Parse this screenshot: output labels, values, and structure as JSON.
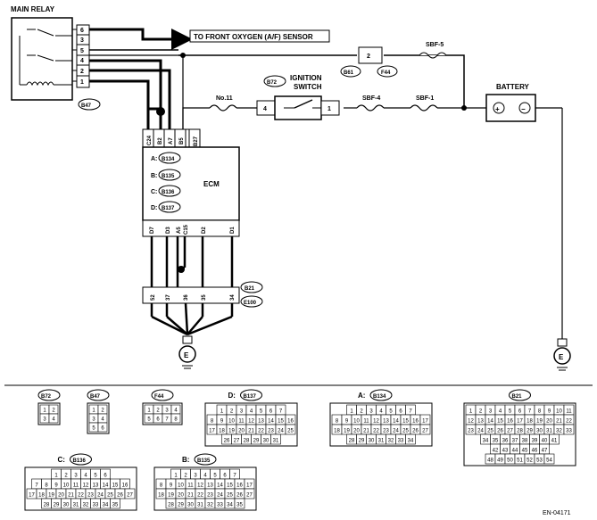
{
  "main_relay": {
    "title": "MAIN RELAY",
    "connector": "B47",
    "pins": [
      "6",
      "3",
      "5",
      "4",
      "2",
      "1"
    ]
  },
  "front_sensor_label": "TO FRONT OXYGEN (A/F) SENSOR",
  "ignition": {
    "connector": "B72",
    "title_line1": "IGNITION",
    "title_line2": "SWITCH",
    "pin_in": "1",
    "pin_out": "4"
  },
  "fuses": {
    "no11": "No.11",
    "sbf5": "SBF-5",
    "sbf4": "SBF-4",
    "sbf1": "SBF-1"
  },
  "f44_connector": {
    "pin": "2",
    "left": "B61",
    "right": "F44"
  },
  "battery": {
    "title": "BATTERY",
    "plus": "+",
    "minus": "−"
  },
  "ecm": {
    "title": "ECM",
    "top_pins": [
      "C24",
      "B2",
      "A7",
      "B5",
      "B27"
    ],
    "bottom_pins": [
      "D7",
      "D3",
      "A5",
      "C15",
      "D2",
      "D1"
    ],
    "connectors": [
      {
        "letter": "A:",
        "id": "B134"
      },
      {
        "letter": "B:",
        "id": "B135"
      },
      {
        "letter": "C:",
        "id": "B136"
      },
      {
        "letter": "D:",
        "id": "B137"
      }
    ]
  },
  "ground_connector": {
    "pins": [
      "52",
      "37",
      "36",
      "35",
      "34"
    ],
    "id1": "B21",
    "id2": "E100",
    "ground": "E"
  },
  "battery_ground": "E",
  "bottom_connectors": [
    {
      "id": "B72",
      "prefix": "",
      "rows": [
        [
          "1",
          "2"
        ],
        [
          "3",
          "4"
        ]
      ]
    },
    {
      "id": "B47",
      "prefix": "",
      "rows": [
        [
          "1",
          "2"
        ],
        [
          "3",
          "4"
        ],
        [
          "5",
          "6"
        ]
      ]
    },
    {
      "id": "F44",
      "prefix": "",
      "rows": [
        [
          "1",
          "2",
          "3",
          "4"
        ],
        [
          "5",
          "6",
          "7",
          "8"
        ]
      ]
    },
    {
      "id": "B137",
      "prefix": "D:",
      "rows": [
        [
          "1",
          "2",
          "3",
          "4",
          "5",
          "6",
          "7"
        ],
        [
          "8",
          "9",
          "10",
          "11",
          "12",
          "13",
          "14",
          "15",
          "16"
        ],
        [
          "17",
          "18",
          "19",
          "20",
          "21",
          "22",
          "23",
          "24",
          "25"
        ],
        [
          "26",
          "27",
          "28",
          "29",
          "30",
          "31"
        ]
      ]
    },
    {
      "id": "B134",
      "prefix": "A:",
      "rows": [
        [
          "1",
          "2",
          "3",
          "4",
          "5",
          "6",
          "7"
        ],
        [
          "8",
          "9",
          "10",
          "11",
          "12",
          "13",
          "14",
          "15",
          "16",
          "17"
        ],
        [
          "18",
          "19",
          "20",
          "21",
          "22",
          "23",
          "24",
          "25",
          "26",
          "27"
        ],
        [
          "28",
          "29",
          "30",
          "31",
          "32",
          "33",
          "34"
        ]
      ]
    },
    {
      "id": "B21",
      "prefix": "",
      "rows": [
        [
          "1",
          "2",
          "3",
          "4",
          "5",
          "6",
          "7",
          "8",
          "9",
          "10",
          "11"
        ],
        [
          "12",
          "13",
          "14",
          "15",
          "16",
          "17",
          "18",
          "19",
          "20",
          "21",
          "22"
        ],
        [
          "23",
          "24",
          "25",
          "26",
          "27",
          "28",
          "29",
          "30",
          "31",
          "32",
          "33"
        ],
        [
          "34",
          "35",
          "36",
          "37",
          "38",
          "39",
          "40",
          "41"
        ],
        [
          "42",
          "43",
          "44",
          "45",
          "46",
          "47"
        ],
        [
          "48",
          "49",
          "50",
          "51",
          "52",
          "53",
          "54"
        ]
      ]
    },
    {
      "id": "B136",
      "prefix": "C:",
      "rows": [
        [
          "1",
          "2",
          "3",
          "4",
          "5",
          "6"
        ],
        [
          "7",
          "8",
          "9",
          "10",
          "11",
          "12",
          "13",
          "14",
          "15",
          "16"
        ],
        [
          "17",
          "18",
          "19",
          "20",
          "21",
          "22",
          "23",
          "24",
          "25",
          "26",
          "27"
        ],
        [
          "28",
          "29",
          "30",
          "31",
          "32",
          "33",
          "34",
          "35"
        ]
      ]
    },
    {
      "id": "B135",
      "prefix": "B:",
      "rows": [
        [
          "1",
          "2",
          "3",
          "4",
          "5",
          "6",
          "7"
        ],
        [
          "8",
          "9",
          "10",
          "11",
          "12",
          "13",
          "14",
          "15",
          "16",
          "17"
        ],
        [
          "18",
          "19",
          "20",
          "21",
          "22",
          "23",
          "24",
          "25",
          "26",
          "27"
        ],
        [
          "28",
          "29",
          "30",
          "31",
          "32",
          "33",
          "34",
          "35"
        ]
      ]
    }
  ],
  "footer_code": "EN-04171"
}
